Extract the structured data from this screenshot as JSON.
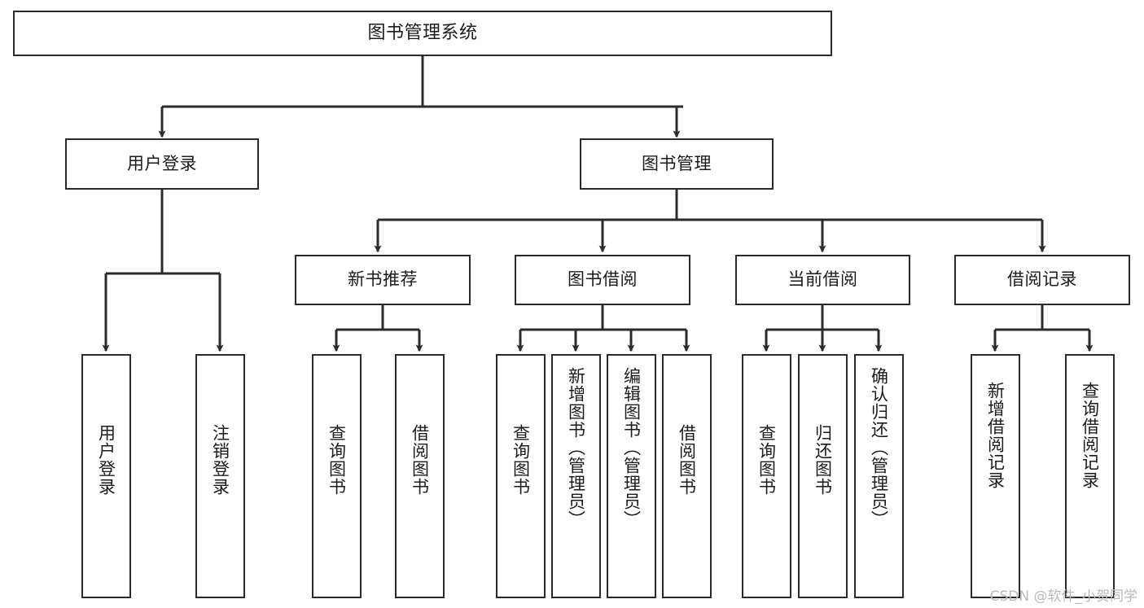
{
  "diagram": {
    "title": "图书管理系统",
    "type": "tree-hierarchy-chart",
    "watermark": "CSDN @软件_小贺同学",
    "colors": {
      "stroke": "#2b2b2b",
      "fill": "#ffffff",
      "text": "#1b1b1b",
      "watermark": "#b9b9b9"
    },
    "nodes": {
      "root": {
        "label": "图书管理系统"
      },
      "level1": [
        {
          "id": "user-login",
          "label": "用户登录"
        },
        {
          "id": "book-manage",
          "label": "图书管理"
        }
      ],
      "level2": [
        {
          "id": "new-book-rec",
          "label": "新书推荐"
        },
        {
          "id": "book-borrow",
          "label": "图书借阅"
        },
        {
          "id": "current-borrow",
          "label": "当前借阅"
        },
        {
          "id": "borrow-record",
          "label": "借阅记录"
        }
      ],
      "leaves": {
        "user_login": [
          {
            "id": "leaf-user-login",
            "label": "用户登录"
          },
          {
            "id": "leaf-logout-login",
            "label": "注销登录"
          }
        ],
        "new_book_rec": [
          {
            "id": "leaf-query-book-1",
            "label": "查询图书"
          },
          {
            "id": "leaf-borrow-book-1",
            "label": "借阅图书"
          }
        ],
        "book_borrow": [
          {
            "id": "leaf-query-book-2",
            "label": "查询图书"
          },
          {
            "id": "leaf-add-book",
            "label": "新增图书（管理员）"
          },
          {
            "id": "leaf-edit-book",
            "label": "编辑图书（管理员）"
          },
          {
            "id": "leaf-borrow-book-2",
            "label": "借阅图书"
          }
        ],
        "current_borrow": [
          {
            "id": "leaf-query-book-3",
            "label": "查询图书"
          },
          {
            "id": "leaf-return-book",
            "label": "归还图书"
          },
          {
            "id": "leaf-confirm-return",
            "label": "确认归还（管理员）"
          }
        ],
        "borrow_record": [
          {
            "id": "leaf-add-record",
            "label": "新增借阅记录"
          },
          {
            "id": "leaf-query-record",
            "label": "查询借阅记录"
          }
        ]
      }
    }
  }
}
